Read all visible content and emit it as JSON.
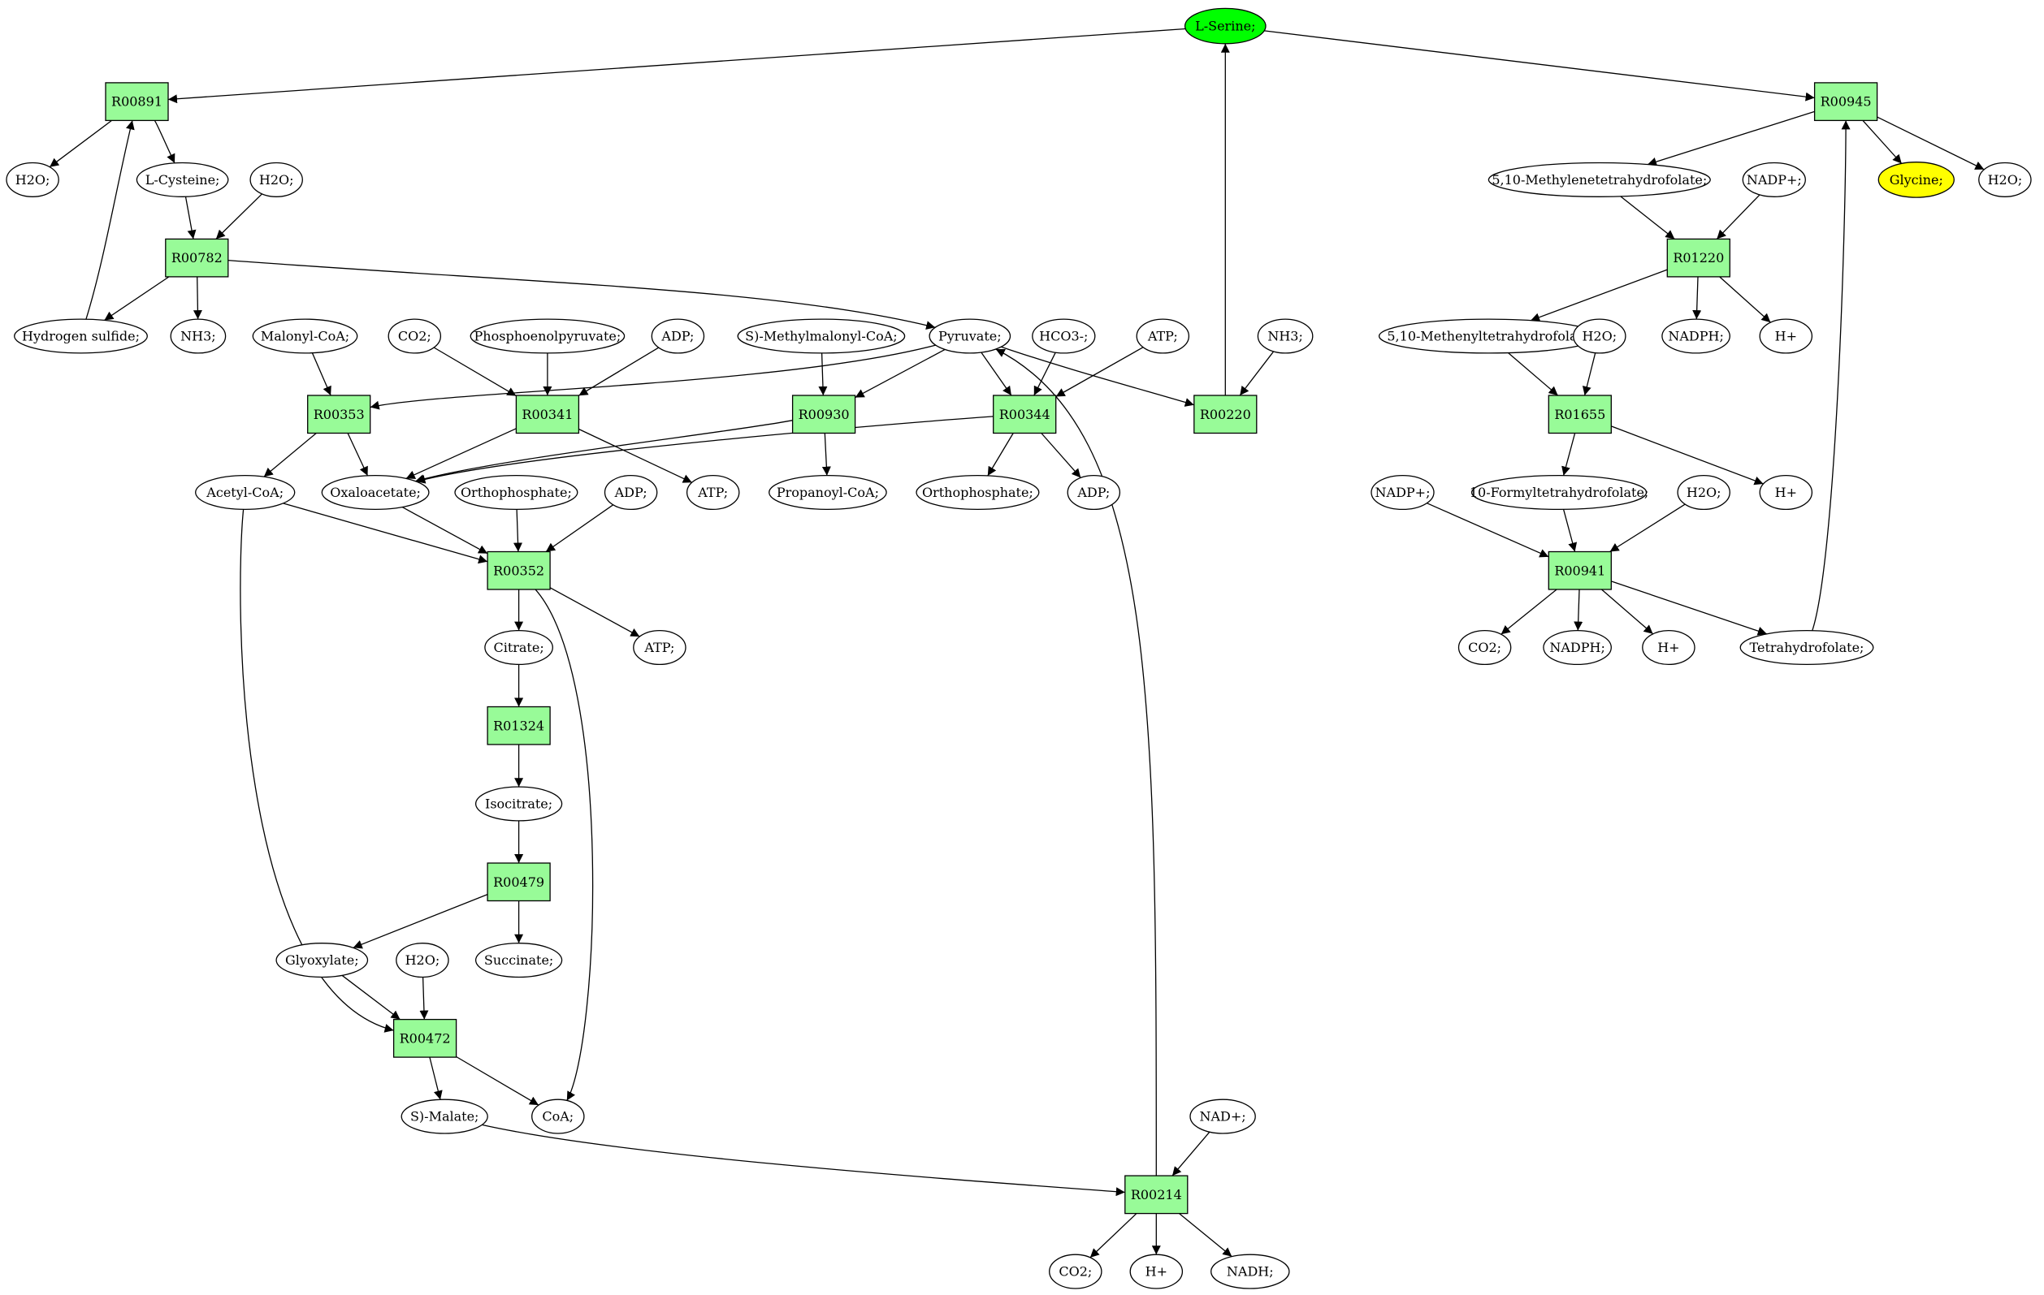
{
  "colors": {
    "reaction_fill": "#98fb98",
    "metabolite_fill": "#ffffff",
    "source_fill": "#00ff00",
    "target_fill": "#ffff00",
    "line": "#000000"
  },
  "nodes": [
    {
      "id": "lserine",
      "kind": "met",
      "label": "L-Serine;",
      "role": "source"
    },
    {
      "id": "R00891",
      "kind": "rxn",
      "label": "R00891"
    },
    {
      "id": "R00945",
      "kind": "rxn",
      "label": "R00945"
    },
    {
      "id": "h2o_a",
      "kind": "met",
      "label": "H2O;"
    },
    {
      "id": "lcys",
      "kind": "met",
      "label": "L-Cysteine;"
    },
    {
      "id": "h2o_b",
      "kind": "met",
      "label": "H2O;"
    },
    {
      "id": "R00782",
      "kind": "rxn",
      "label": "R00782"
    },
    {
      "id": "h2s",
      "kind": "met",
      "label": "Hydrogen sulfide;"
    },
    {
      "id": "nh3_a",
      "kind": "met",
      "label": "NH3;"
    },
    {
      "id": "malcoa",
      "kind": "met",
      "label": "Malonyl-CoA;"
    },
    {
      "id": "co2_a",
      "kind": "met",
      "label": "CO2;"
    },
    {
      "id": "pep",
      "kind": "met",
      "label": "Phosphoenolpyruvate;"
    },
    {
      "id": "adp_a",
      "kind": "met",
      "label": "ADP;"
    },
    {
      "id": "smmcoa",
      "kind": "met",
      "label": "S)-Methylmalonyl-CoA;"
    },
    {
      "id": "pyr",
      "kind": "met",
      "label": "Pyruvate;"
    },
    {
      "id": "hco3",
      "kind": "met",
      "label": "HCO3-;"
    },
    {
      "id": "atp_a",
      "kind": "met",
      "label": "ATP;"
    },
    {
      "id": "nh3_b",
      "kind": "met",
      "label": "NH3;"
    },
    {
      "id": "R00353",
      "kind": "rxn",
      "label": "R00353"
    },
    {
      "id": "R00341",
      "kind": "rxn",
      "label": "R00341"
    },
    {
      "id": "R00930",
      "kind": "rxn",
      "label": "R00930"
    },
    {
      "id": "R00344",
      "kind": "rxn",
      "label": "R00344"
    },
    {
      "id": "R00220",
      "kind": "rxn",
      "label": "R00220"
    },
    {
      "id": "accoa",
      "kind": "met",
      "label": "Acetyl-CoA;"
    },
    {
      "id": "oaa",
      "kind": "met",
      "label": "Oxaloacetate;"
    },
    {
      "id": "pi_a",
      "kind": "met",
      "label": "Orthophosphate;"
    },
    {
      "id": "adp_b",
      "kind": "met",
      "label": "ADP;"
    },
    {
      "id": "atp_b",
      "kind": "met",
      "label": "ATP;"
    },
    {
      "id": "propcoa",
      "kind": "met",
      "label": "Propanoyl-CoA;"
    },
    {
      "id": "pi_b",
      "kind": "met",
      "label": "Orthophosphate;"
    },
    {
      "id": "adp_c",
      "kind": "met",
      "label": "ADP;"
    },
    {
      "id": "R00352",
      "kind": "rxn",
      "label": "R00352"
    },
    {
      "id": "citrate",
      "kind": "met",
      "label": "Citrate;"
    },
    {
      "id": "atp_c",
      "kind": "met",
      "label": "ATP;"
    },
    {
      "id": "R01324",
      "kind": "rxn",
      "label": "R01324"
    },
    {
      "id": "isocit",
      "kind": "met",
      "label": "Isocitrate;"
    },
    {
      "id": "R00479",
      "kind": "rxn",
      "label": "R00479"
    },
    {
      "id": "glyox",
      "kind": "met",
      "label": "Glyoxylate;"
    },
    {
      "id": "h2o_c",
      "kind": "met",
      "label": "H2O;"
    },
    {
      "id": "succ",
      "kind": "met",
      "label": "Succinate;"
    },
    {
      "id": "R00472",
      "kind": "rxn",
      "label": "R00472"
    },
    {
      "id": "smal",
      "kind": "met",
      "label": "S)-Malate;"
    },
    {
      "id": "coa",
      "kind": "met",
      "label": "CoA;"
    },
    {
      "id": "nadp_a",
      "kind": "met",
      "label": "NAD+;"
    },
    {
      "id": "R00214",
      "kind": "rxn",
      "label": "R00214"
    },
    {
      "id": "co2_b",
      "kind": "met",
      "label": "CO2;"
    },
    {
      "id": "hplus_a",
      "kind": "met",
      "label": "H+"
    },
    {
      "id": "nadh",
      "kind": "met",
      "label": "NADH;"
    },
    {
      "id": "mthf",
      "kind": "met",
      "label": "5,10-Methylenetetrahydrofolate;"
    },
    {
      "id": "nadpp_a",
      "kind": "met",
      "label": "NADP+;"
    },
    {
      "id": "glycine",
      "kind": "met",
      "label": "Glycine;",
      "role": "target"
    },
    {
      "id": "h2o_d",
      "kind": "met",
      "label": "H2O;"
    },
    {
      "id": "R01220",
      "kind": "rxn",
      "label": "R01220"
    },
    {
      "id": "menthf",
      "kind": "met",
      "label": "5,10-Methenyltetrahydrofolate"
    },
    {
      "id": "h2o_e",
      "kind": "met",
      "label": "H2O;"
    },
    {
      "id": "nadph_a",
      "kind": "met",
      "label": "NADPH;"
    },
    {
      "id": "hplus_b",
      "kind": "met",
      "label": "H+"
    },
    {
      "id": "R01655",
      "kind": "rxn",
      "label": "R01655"
    },
    {
      "id": "nadpp_b",
      "kind": "met",
      "label": "NADP+;"
    },
    {
      "id": "fthf",
      "kind": "met",
      "label": "10-Formyltetrahydrofolate;"
    },
    {
      "id": "h2o_f",
      "kind": "met",
      "label": "H2O;"
    },
    {
      "id": "hplus_c",
      "kind": "met",
      "label": "H+"
    },
    {
      "id": "R00941",
      "kind": "rxn",
      "label": "R00941"
    },
    {
      "id": "co2_c",
      "kind": "met",
      "label": "CO2;"
    },
    {
      "id": "nadph_b",
      "kind": "met",
      "label": "NADPH;"
    },
    {
      "id": "hplus_d",
      "kind": "met",
      "label": "H+"
    },
    {
      "id": "thf",
      "kind": "met",
      "label": "Tetrahydrofolate;"
    }
  ],
  "edges": [
    [
      "lserine",
      "R00891"
    ],
    [
      "lserine",
      "R00945"
    ],
    [
      "R00891",
      "h2o_a"
    ],
    [
      "R00891",
      "lcys"
    ],
    [
      "h2s",
      "R00891"
    ],
    [
      "lcys",
      "R00782"
    ],
    [
      "h2o_b",
      "R00782"
    ],
    [
      "R00782",
      "h2s"
    ],
    [
      "R00782",
      "nh3_a"
    ],
    [
      "R00782",
      "pyr"
    ],
    [
      "malcoa",
      "R00353"
    ],
    [
      "pyr",
      "R00353"
    ],
    [
      "co2_a",
      "R00341"
    ],
    [
      "pep",
      "R00341"
    ],
    [
      "adp_a",
      "R00341"
    ],
    [
      "smmcoa",
      "R00930"
    ],
    [
      "pyr",
      "R00930"
    ],
    [
      "pyr",
      "R00344"
    ],
    [
      "hco3",
      "R00344"
    ],
    [
      "atp_a",
      "R00344"
    ],
    [
      "pyr",
      "R00220"
    ],
    [
      "nh3_b",
      "R00220"
    ],
    [
      "R00220",
      "lserine"
    ],
    [
      "R00353",
      "accoa"
    ],
    [
      "R00353",
      "oaa"
    ],
    [
      "R00341",
      "oaa"
    ],
    [
      "R00341",
      "atp_b"
    ],
    [
      "R00930",
      "oaa"
    ],
    [
      "R00930",
      "propcoa"
    ],
    [
      "R00344",
      "oaa"
    ],
    [
      "R00344",
      "pi_b"
    ],
    [
      "R00344",
      "adp_c"
    ],
    [
      "accoa",
      "R00352"
    ],
    [
      "oaa",
      "R00352"
    ],
    [
      "pi_a",
      "R00352"
    ],
    [
      "adp_b",
      "R00352"
    ],
    [
      "R00352",
      "citrate"
    ],
    [
      "R00352",
      "atp_c"
    ],
    [
      "R00352",
      "coa"
    ],
    [
      "citrate",
      "R01324"
    ],
    [
      "R01324",
      "isocit"
    ],
    [
      "isocit",
      "R00479"
    ],
    [
      "R00479",
      "glyox"
    ],
    [
      "R00479",
      "succ"
    ],
    [
      "glyox",
      "R00472"
    ],
    [
      "h2o_c",
      "R00472"
    ],
    [
      "accoa",
      "R00472"
    ],
    [
      "R00472",
      "smal"
    ],
    [
      "R00472",
      "coa"
    ],
    [
      "smal",
      "R00214"
    ],
    [
      "nadp_a",
      "R00214"
    ],
    [
      "R00214",
      "co2_b"
    ],
    [
      "R00214",
      "hplus_a"
    ],
    [
      "R00214",
      "nadh"
    ],
    [
      "R00214",
      "pyr"
    ],
    [
      "R00945",
      "mthf"
    ],
    [
      "R00945",
      "glycine"
    ],
    [
      "R00945",
      "h2o_d"
    ],
    [
      "mthf",
      "R01220"
    ],
    [
      "nadpp_a",
      "R01220"
    ],
    [
      "R01220",
      "menthf"
    ],
    [
      "R01220",
      "nadph_a"
    ],
    [
      "R01220",
      "hplus_b"
    ],
    [
      "menthf",
      "R01655"
    ],
    [
      "h2o_e",
      "R01655"
    ],
    [
      "R01655",
      "fthf"
    ],
    [
      "R01655",
      "hplus_c"
    ],
    [
      "nadpp_b",
      "R00941"
    ],
    [
      "fthf",
      "R00941"
    ],
    [
      "h2o_f",
      "R00941"
    ],
    [
      "R00941",
      "co2_c"
    ],
    [
      "R00941",
      "nadph_b"
    ],
    [
      "R00941",
      "hplus_d"
    ],
    [
      "R00941",
      "thf"
    ],
    [
      "thf",
      "R00945"
    ]
  ]
}
